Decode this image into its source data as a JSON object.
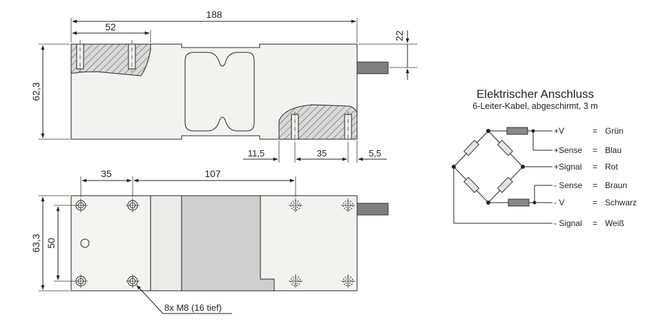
{
  "side_view": {
    "length": "188",
    "hole_spacing_top": "52",
    "height": "62,3",
    "cable_offset": "22",
    "dim_left": "11,5",
    "dim_mid": "35",
    "dim_right": "5,5"
  },
  "top_view": {
    "hole_spacing": "35",
    "span": "107",
    "width": "63,3",
    "inner_width": "50",
    "thread_note": "8x M8 (16 tief)"
  },
  "electrical": {
    "title": "Elektrischer Anschluss",
    "subtitle": "6-Leiter-Kabel, abgeschirmt, 3 m",
    "wires": [
      {
        "signal": "+V",
        "eq": "=",
        "color": "Grün"
      },
      {
        "signal": "+Sense",
        "eq": "=",
        "color": "Blau"
      },
      {
        "signal": "+Signal",
        "eq": "=",
        "color": "Rot"
      },
      {
        "signal": "- Sense",
        "eq": "=",
        "color": "Braun"
      },
      {
        "signal": "- V",
        "eq": "=",
        "color": "Schwarz"
      },
      {
        "signal": "- Signal",
        "eq": "=",
        "color": "Weiß"
      }
    ]
  }
}
